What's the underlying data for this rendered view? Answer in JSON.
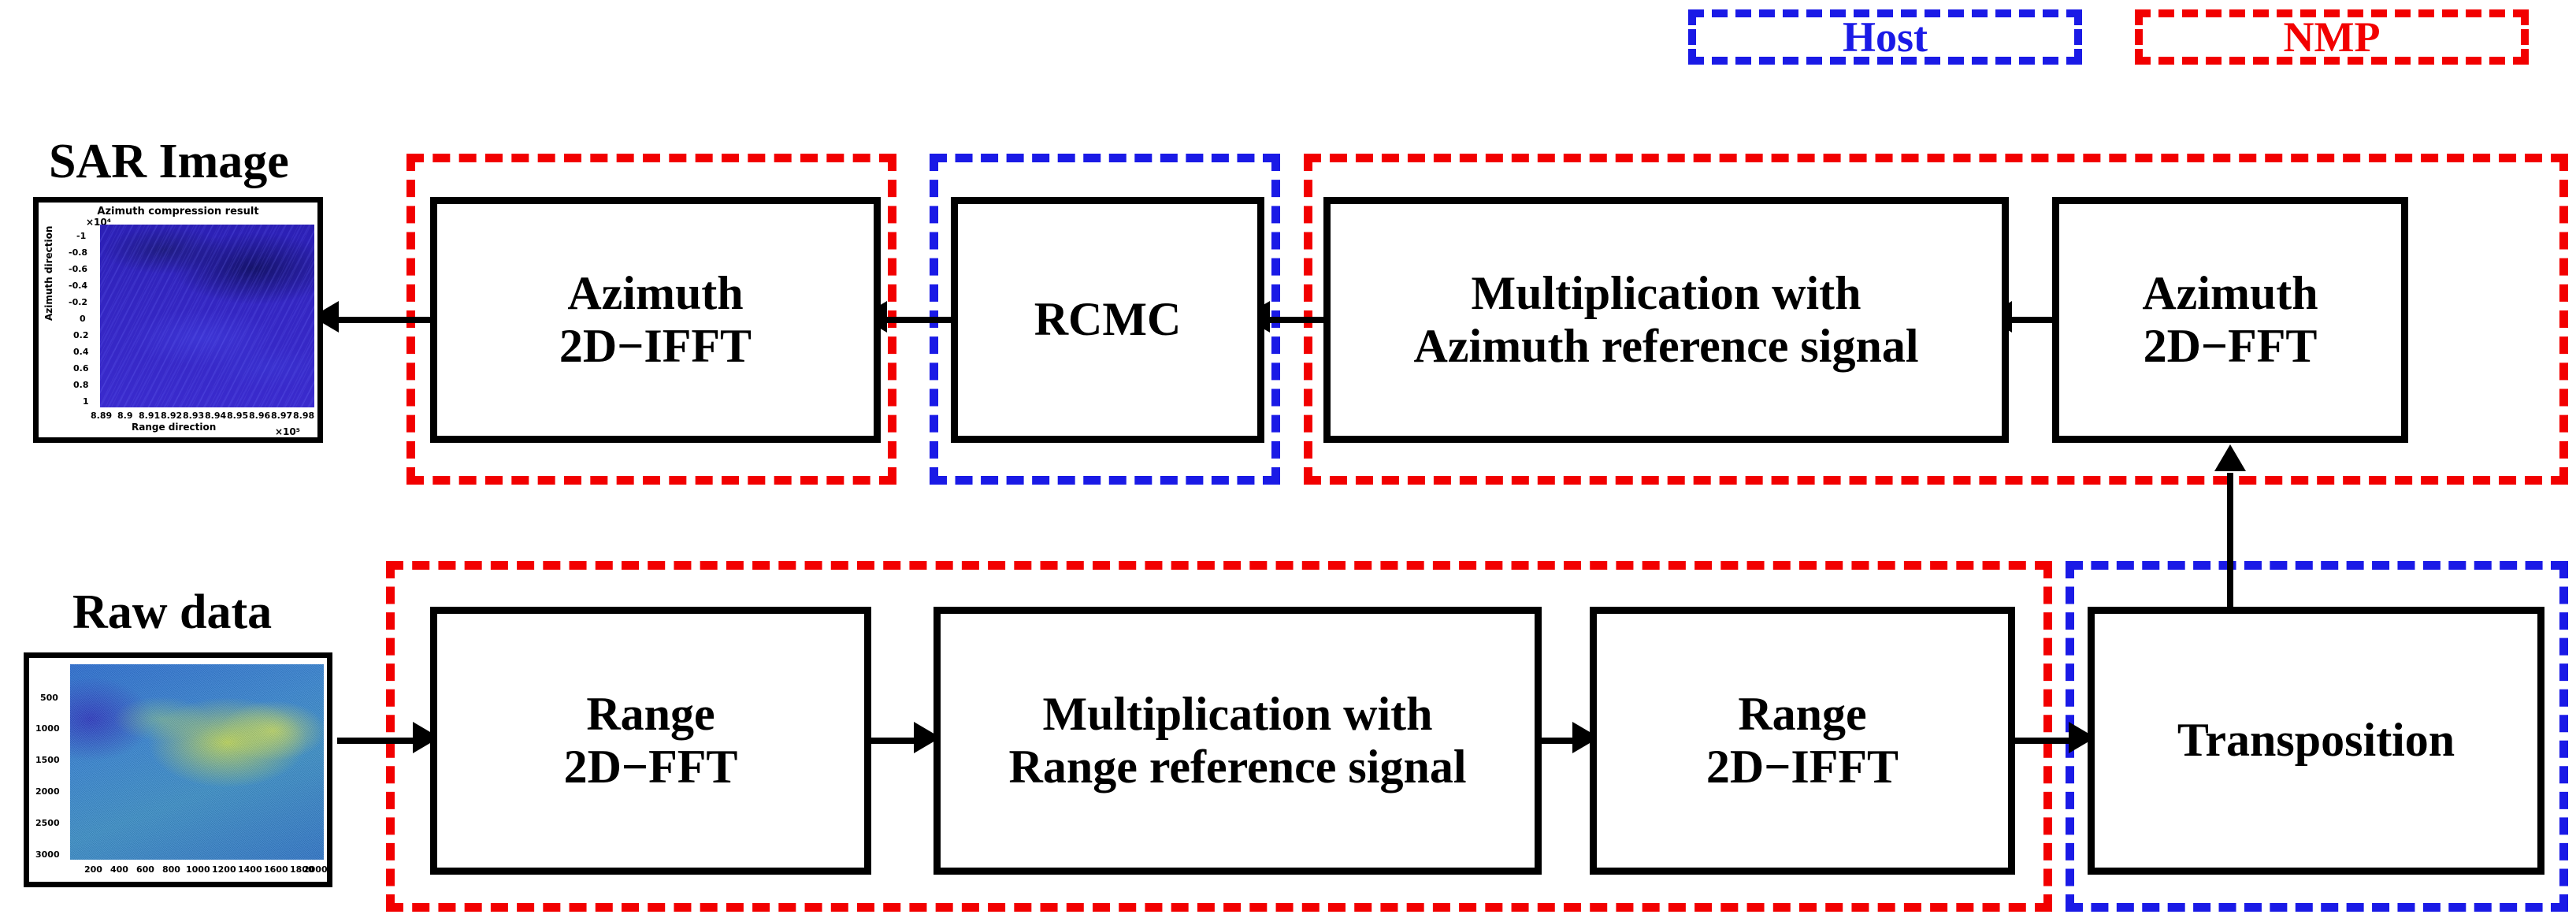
{
  "legend": {
    "host": "Host",
    "nmp": "NMP",
    "host_color": "#1a1ae6",
    "nmp_color": "#f20000"
  },
  "captions": {
    "sar_image": "SAR Image",
    "raw_data": "Raw data"
  },
  "top_row": {
    "azimuth_ifft": {
      "line1": "Azimuth",
      "line2": "2D−IFFT"
    },
    "rcmc": {
      "line1": "RCMC",
      "line2": ""
    },
    "mul_azimuth": {
      "line1": "Multiplication with",
      "line2": "Azimuth reference signal"
    },
    "azimuth_fft": {
      "line1": "Azimuth",
      "line2": "2D−FFT"
    }
  },
  "bottom_row": {
    "range_fft": {
      "line1": "Range",
      "line2": "2D−FFT"
    },
    "mul_range": {
      "line1": "Multiplication with",
      "line2": "Range reference signal"
    },
    "range_ifft": {
      "line1": "Range",
      "line2": "2D−IFFT"
    },
    "transposition": {
      "line1": "Transposition",
      "line2": ""
    }
  },
  "chart_data": [
    {
      "type": "heatmap",
      "name": "sar-image-thumbnail",
      "title": "Azimuth compression result",
      "xlabel": "Range direction",
      "ylabel": "Azimuth direction",
      "x_exponent": "×10⁵",
      "y_exponent": "×10⁴",
      "xticks": [
        "8.89",
        "8.9",
        "8.91",
        "8.92",
        "8.93",
        "8.94",
        "8.95",
        "8.96",
        "8.97",
        "8.98"
      ],
      "yticks": [
        "-1",
        "-0.8",
        "-0.6",
        "-0.4",
        "-0.2",
        "0",
        "0.2",
        "0.4",
        "0.6",
        "0.8",
        "1"
      ],
      "xlim": [
        8.885,
        8.985
      ],
      "ylim": [
        -1.1,
        1.1
      ],
      "colormap": "jet-dark-blue",
      "grid": false,
      "legend": "none"
    },
    {
      "type": "heatmap",
      "name": "raw-data-thumbnail",
      "title": "",
      "xlabel": "",
      "ylabel": "",
      "xticks": [
        "200",
        "400",
        "600",
        "800",
        "1000",
        "1200",
        "1400",
        "1600",
        "1800",
        "2000"
      ],
      "yticks": [
        "500",
        "1000",
        "1500",
        "2000",
        "2500",
        "3000"
      ],
      "xlim": [
        0,
        2100
      ],
      "ylim": [
        3000,
        0
      ],
      "colormap": "parula",
      "grid": false,
      "legend": "none"
    }
  ]
}
